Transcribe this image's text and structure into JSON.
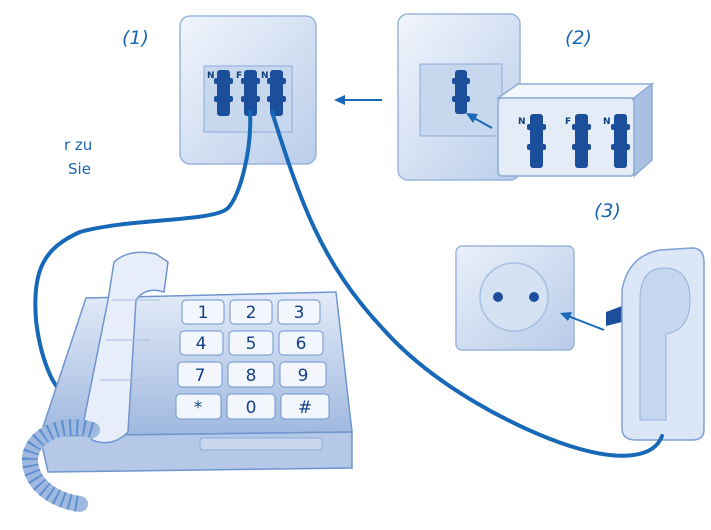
{
  "labels": {
    "step1": "(1)",
    "step2": "(2)",
    "step3": "(3)"
  },
  "side_text": {
    "line1": "r zu",
    "line2": "Sie"
  },
  "jack_letters": {
    "left": "N",
    "middle": "F",
    "right": "N"
  },
  "keypad": [
    "1",
    "2",
    "3",
    "4",
    "5",
    "6",
    "7",
    "8",
    "9",
    "*",
    "0",
    "#"
  ],
  "colors": {
    "cable": "#1768b7",
    "outline": "#5f8fcf",
    "device_fill": "#dbe6f6",
    "connector": "#1b4f9c",
    "text": "#1a66b0"
  }
}
